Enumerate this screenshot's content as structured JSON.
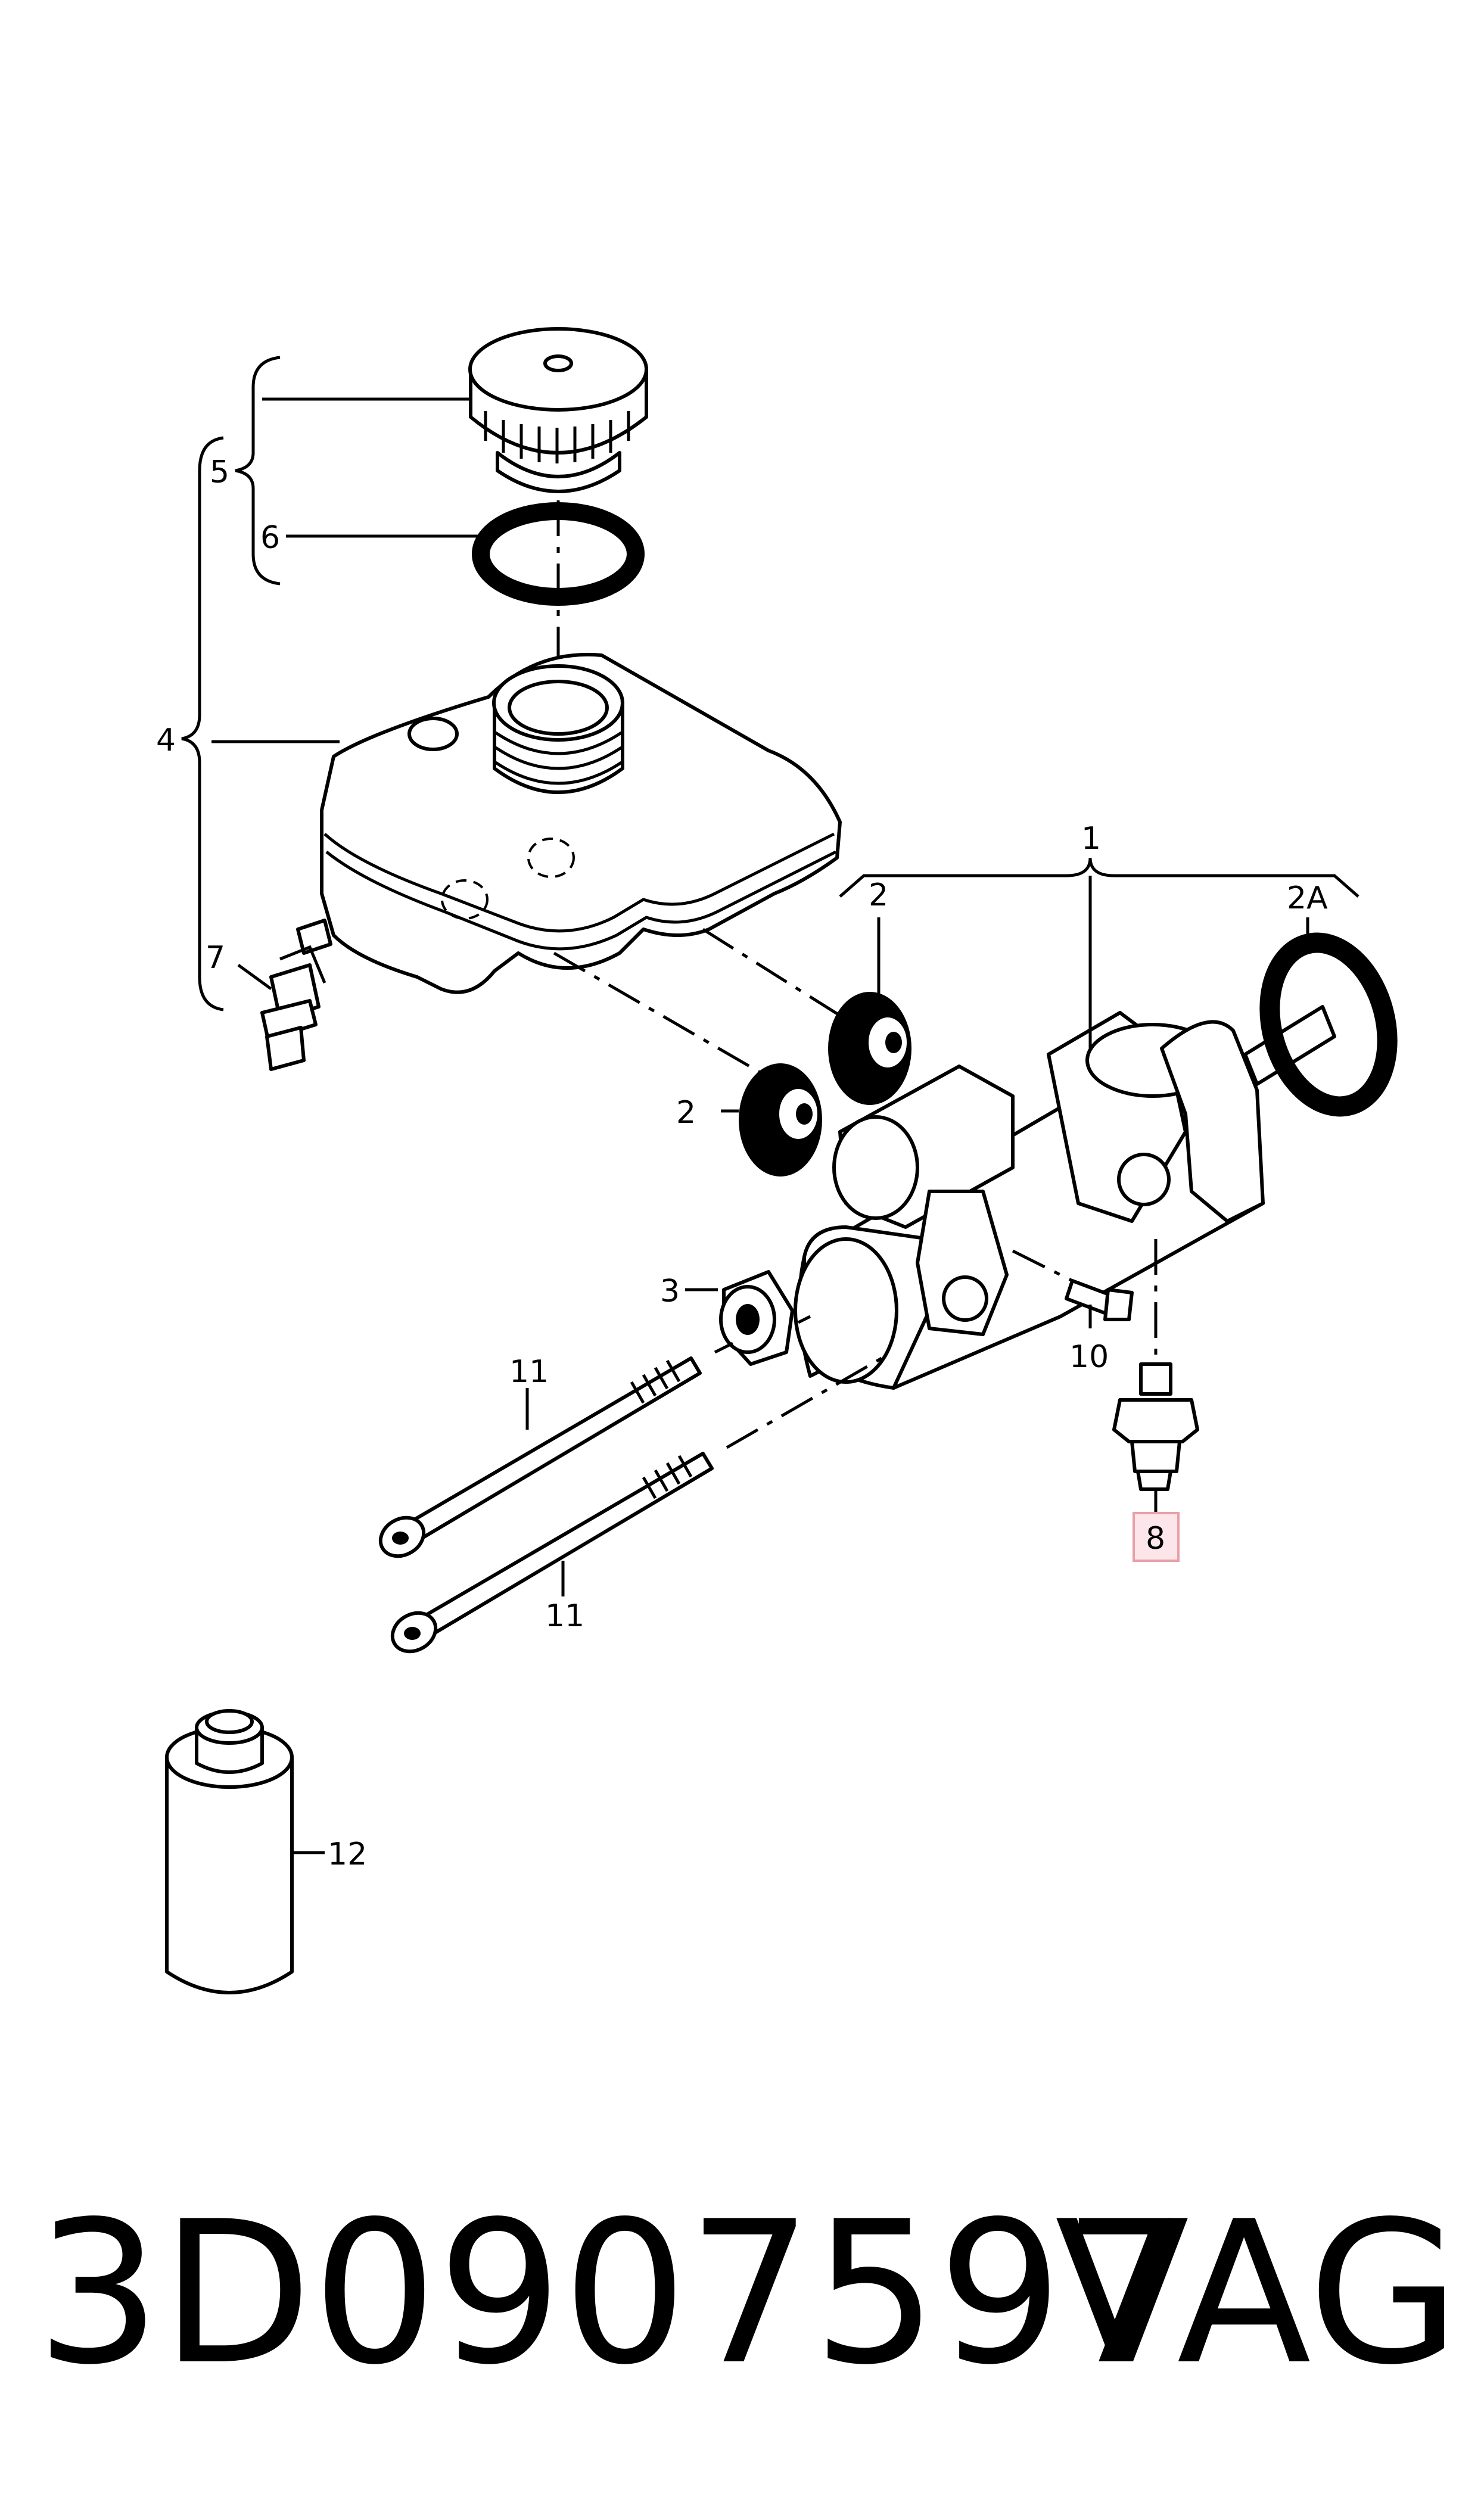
{
  "callouts": {
    "c1": "1",
    "c2a": "2",
    "c2b": "2",
    "c2A": "2A",
    "c3": "3",
    "c4": "4",
    "c5": "5",
    "c6": "6",
    "c7": "7",
    "c8": "8",
    "c10": "10",
    "c11a": "11",
    "c11b": "11",
    "c12": "12"
  },
  "highlight_color": "#e8a0a8",
  "footer": {
    "part_number": "3D0907597",
    "brand": "VAG"
  }
}
